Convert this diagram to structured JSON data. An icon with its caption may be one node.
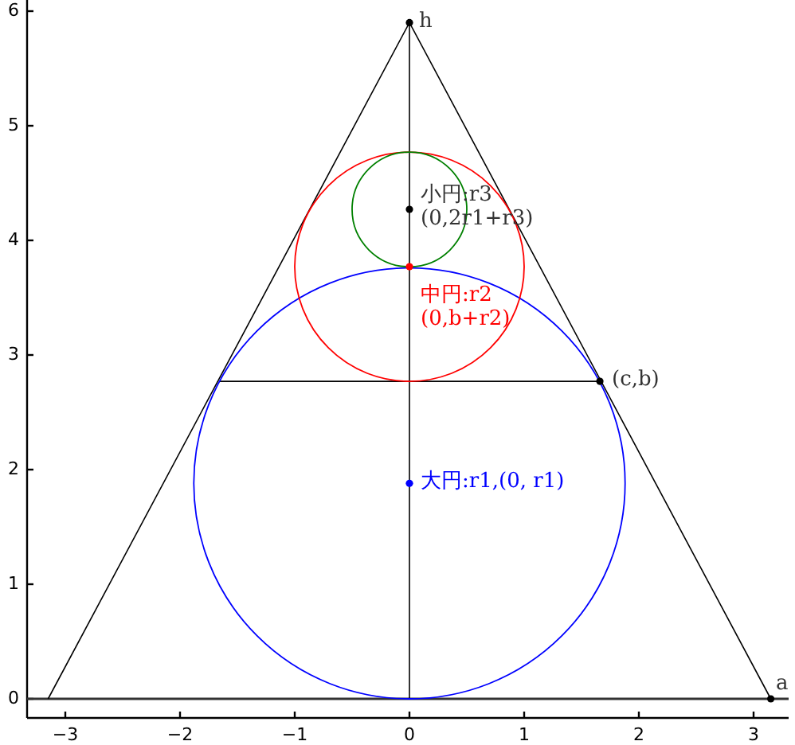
{
  "diagram": {
    "labels": [
      "h",
      "小円:r3",
      "(0,2r1+r3)",
      "中円:r2",
      "(0,b+r2)",
      "(c,b)",
      "大円:r1,(0,  r1)",
      "a",
      "6",
      "5",
      "4",
      "3",
      "2",
      "1",
      "0",
      "−3",
      "−2",
      "−1",
      "0",
      "1",
      "2",
      "3"
    ]
  }
}
